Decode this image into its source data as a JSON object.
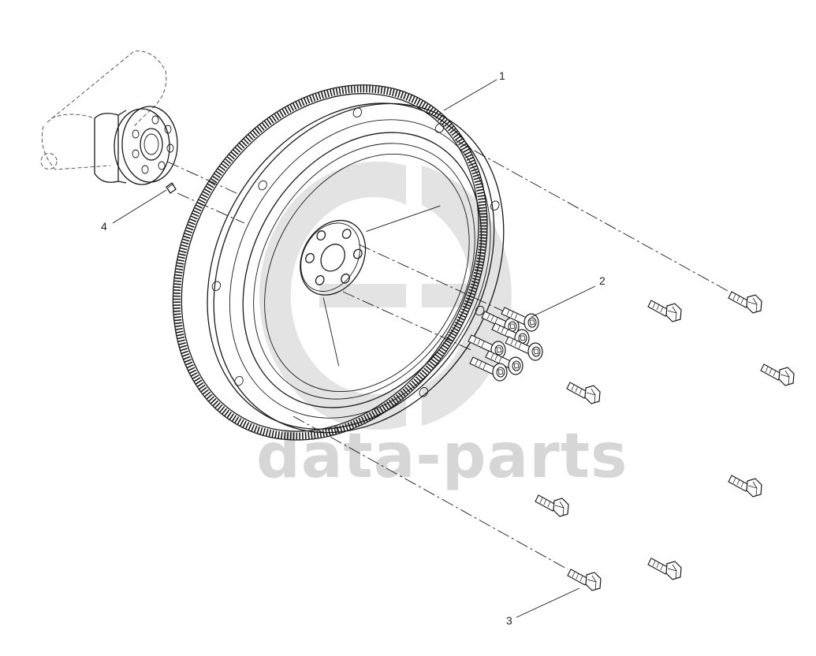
{
  "watermark": {
    "text": "data-parts",
    "color": "#d6d6d6"
  },
  "callouts": [
    {
      "id": "1",
      "label": "1"
    },
    {
      "id": "2",
      "label": "2"
    },
    {
      "id": "3",
      "label": "3"
    },
    {
      "id": "4",
      "label": "4"
    }
  ],
  "colors": {
    "line": "#1a1a1a",
    "background": "#ffffff"
  }
}
